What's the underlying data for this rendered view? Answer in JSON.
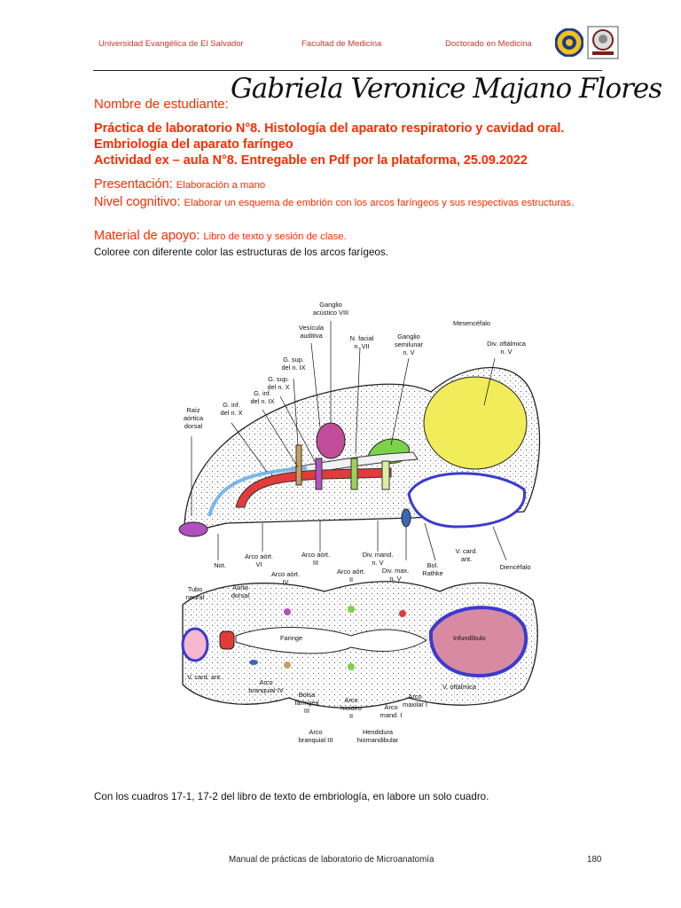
{
  "header": {
    "university": "Universidad Evangélica de El Salvador",
    "faculty": "Facultad de Medicina",
    "program": "Doctorado en Medicina"
  },
  "student": {
    "label": "Nombre de estudiante:",
    "name": "Gabriela Veronice Majano Flores"
  },
  "title": {
    "line1": "Práctica de laboratorio N°8. Histología del aparato respiratorio y cavidad oral.",
    "line2": "Embriología del aparato faríngeo",
    "line3_a": "Actividad ex – aula N°8",
    "line3_b": ". Entregable en Pdf por la plataforma, 25.09.2022"
  },
  "info": {
    "presentacion_label": "Presentación: ",
    "presentacion_value": "Elaboración a mano",
    "nivel_label": "Nivel cognitivo: ",
    "nivel_value": "Elaborar un esquema de embrión con los arcos faríngeos y sus respectivas estructuras.",
    "material_label": "Material de apoyo: ",
    "material_value": "Libro de texto y sesión de clase."
  },
  "instruction": "Coloree con diferente color las estructuras de los arcos farígeos.",
  "figure_labels": {
    "ganglio_acustico": [
      "Ganglio",
      "acústico VIII"
    ],
    "vesicula": [
      "Vesícula",
      "auditiva"
    ],
    "n_facial": [
      "N. facial",
      "n. VII"
    ],
    "ganglio_semilunar": [
      "Ganglio",
      "semilunar",
      "n. V"
    ],
    "mesencefalo": [
      "Mesencéfalo"
    ],
    "div_oftalmica_top": [
      "Div. oftálmica",
      "n. V"
    ],
    "g_sup_ix": [
      "G. sup.",
      "del n. IX"
    ],
    "g_sup_x": [
      "G. sup.",
      "del n. X"
    ],
    "g_inf_ix": [
      "G. inf.",
      "del n. IX"
    ],
    "g_inf_x": [
      "G. inf.",
      "del n. X"
    ],
    "raiz_aortica": [
      "Raíz",
      "aórtica",
      "dorsal"
    ],
    "not": [
      "Not."
    ],
    "arco_aort_vi": [
      "Arco aórt.",
      "VI"
    ],
    "arco_aort_iii": [
      "Arco aórt.",
      "III"
    ],
    "arco_aort_iv": [
      "Arco aórt.",
      "IV"
    ],
    "arco_aort_ii": [
      "Arco aórt.",
      "II"
    ],
    "div_mand": [
      "Div. mand.",
      "n. V"
    ],
    "div_max": [
      "Div. max.",
      "n. V"
    ],
    "bol_rathke": [
      "Bol.",
      "Rathke"
    ],
    "v_card_ant_top": [
      "V. card.",
      "ant."
    ],
    "diencefalo": [
      "Diencéfalo"
    ],
    "tubo_neural": [
      "Tubo",
      "neural"
    ],
    "aorta_dorsal": [
      "Aorta",
      "dorsal"
    ],
    "faringe": [
      "Faringe"
    ],
    "infundibulo": [
      "Infundíbulo"
    ],
    "v_card_ant_bottom": [
      "V. card. ant."
    ],
    "arco_branquial_iv": [
      "Arco",
      "branquial IV"
    ],
    "bolsa_faringea": [
      "Bolsa",
      "faríngea",
      "III"
    ],
    "arco_hioideo": [
      "Arco",
      "hioideo",
      "II"
    ],
    "arco_mand": [
      "Arco",
      "mand. I"
    ],
    "arco_maxilar": [
      "Arco",
      "maxilar I"
    ],
    "v_oftalmica": [
      "V. oftálmica"
    ],
    "arco_branquial_iii": [
      "Arco",
      "branquial III"
    ],
    "hendidura": [
      "Hendidura",
      "hiomandibular"
    ]
  },
  "closing": "Con los cuadros 17-1, 17-2 del libro de texto de embriología, en labore un solo cuadro.",
  "footer": {
    "title": "Manual de prácticas de laboratorio de Microanatomía",
    "page": "180"
  },
  "colors": {
    "accent_red": "#ff2a00",
    "mesencefalo_fill": "#f0ec5a",
    "vesicula_fill": "#c24d9a",
    "infundibulo_fill": "#d98aa3",
    "outline_blue": "#3b3bd0"
  }
}
